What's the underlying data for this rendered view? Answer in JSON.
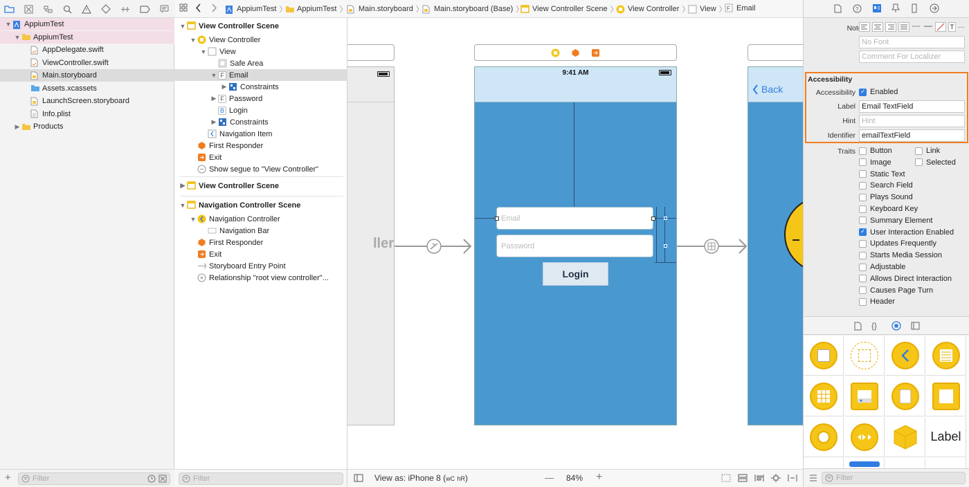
{
  "navigator": {
    "items": [
      {
        "label": "AppiumTest",
        "indent": 0,
        "disclosure": "▼",
        "icon": "project",
        "style": "pink"
      },
      {
        "label": "AppiumTest",
        "indent": 1,
        "disclosure": "▼",
        "icon": "folder",
        "style": "pink"
      },
      {
        "label": "AppDelegate.swift",
        "indent": 2,
        "disclosure": "",
        "icon": "swift",
        "style": ""
      },
      {
        "label": "ViewController.swift",
        "indent": 2,
        "disclosure": "",
        "icon": "swift",
        "style": ""
      },
      {
        "label": "Main.storyboard",
        "indent": 2,
        "disclosure": "",
        "icon": "storyboard",
        "style": "sel"
      },
      {
        "label": "Assets.xcassets",
        "indent": 2,
        "disclosure": "",
        "icon": "assets",
        "style": ""
      },
      {
        "label": "LaunchScreen.storyboard",
        "indent": 2,
        "disclosure": "",
        "icon": "storyboard",
        "style": ""
      },
      {
        "label": "Info.plist",
        "indent": 2,
        "disclosure": "",
        "icon": "plist",
        "style": ""
      },
      {
        "label": "Products",
        "indent": 1,
        "disclosure": "▶",
        "icon": "folder",
        "style": ""
      }
    ],
    "filter_placeholder": "Filter"
  },
  "breadcrumbs": [
    "AppiumTest",
    "AppiumTest",
    "Main.storyboard",
    "Main.storyboard (Base)",
    "View Controller Scene",
    "View Controller",
    "View",
    "Email"
  ],
  "outline": {
    "rows": [
      {
        "label": "View Controller Scene",
        "indent": 0,
        "disc": "▼",
        "icon": "scene",
        "head": true,
        "sel": false
      },
      {
        "label": "View Controller",
        "indent": 1,
        "disc": "▼",
        "icon": "vc",
        "head": false,
        "sel": false
      },
      {
        "label": "View",
        "indent": 2,
        "disc": "▼",
        "icon": "view",
        "head": false,
        "sel": false
      },
      {
        "label": "Safe Area",
        "indent": 3,
        "disc": "",
        "icon": "safe",
        "head": false,
        "sel": false
      },
      {
        "label": "Email",
        "indent": 3,
        "disc": "▼",
        "icon": "F",
        "head": false,
        "sel": true
      },
      {
        "label": "Constraints",
        "indent": 4,
        "disc": "▶",
        "icon": "constraints",
        "head": false,
        "sel": false
      },
      {
        "label": "Password",
        "indent": 3,
        "disc": "▶",
        "icon": "F",
        "head": false,
        "sel": false
      },
      {
        "label": "Login",
        "indent": 3,
        "disc": "",
        "icon": "B",
        "head": false,
        "sel": false
      },
      {
        "label": "Constraints",
        "indent": 3,
        "disc": "▶",
        "icon": "constraints",
        "head": false,
        "sel": false
      },
      {
        "label": "Navigation Item",
        "indent": 2,
        "disc": "",
        "icon": "navitem",
        "head": false,
        "sel": false
      },
      {
        "label": "First Responder",
        "indent": 1,
        "disc": "",
        "icon": "responder",
        "head": false,
        "sel": false
      },
      {
        "label": "Exit",
        "indent": 1,
        "disc": "",
        "icon": "exit",
        "head": false,
        "sel": false
      },
      {
        "label": "Show segue to \"View Controller\"",
        "indent": 1,
        "disc": "",
        "icon": "segue",
        "head": false,
        "sel": false
      },
      {
        "label": "View Controller Scene",
        "indent": 0,
        "disc": "▶",
        "icon": "scene",
        "head": true,
        "sel": false
      },
      {
        "label": "Navigation Controller Scene",
        "indent": 0,
        "disc": "▼",
        "icon": "scene",
        "head": true,
        "sel": false
      },
      {
        "label": "Navigation Controller",
        "indent": 1,
        "disc": "▼",
        "icon": "navctrl",
        "head": false,
        "sel": false
      },
      {
        "label": "Navigation Bar",
        "indent": 2,
        "disc": "",
        "icon": "navbar",
        "head": false,
        "sel": false
      },
      {
        "label": "First Responder",
        "indent": 1,
        "disc": "",
        "icon": "responder",
        "head": false,
        "sel": false
      },
      {
        "label": "Exit",
        "indent": 1,
        "disc": "",
        "icon": "exit",
        "head": false,
        "sel": false
      },
      {
        "label": "Storyboard Entry Point",
        "indent": 1,
        "disc": "",
        "icon": "entry",
        "head": false,
        "sel": false
      },
      {
        "label": "Relationship \"root view controller\"...",
        "indent": 1,
        "disc": "",
        "icon": "relationship",
        "head": false,
        "sel": false
      }
    ],
    "filter_placeholder": "Filter"
  },
  "canvas": {
    "left_scene_text": "ller",
    "status_time": "9:41 AM",
    "email_placeholder": "Email",
    "password_placeholder": "Password",
    "login_label": "Login",
    "back_label": "Back",
    "accent": "#4a98d0",
    "navbar_color": "#cfe6f7"
  },
  "bottom_bar": {
    "view_as": "View as: iPhone 8 (",
    "size_class_w": "wC",
    "size_class_h": "hR",
    "close_paren": ")",
    "zoom_minus": "—",
    "zoom": "84%",
    "zoom_plus": "+"
  },
  "inspector": {
    "notes_label": "Notes",
    "font_placeholder": "No Font",
    "comment_placeholder": "Comment For Localizer",
    "accessibility_title": "Accessibility",
    "accessibility_label": "Accessibility",
    "enabled_label": "Enabled",
    "label_label": "Label",
    "label_value": "Email TextField",
    "hint_label": "Hint",
    "hint_placeholder": "Hint",
    "identifier_label": "Identifier",
    "identifier_value": "emailTextField",
    "traits_label": "Traits",
    "highlight_color": "#f07d22",
    "traits_col1": [
      {
        "label": "Button",
        "checked": false
      },
      {
        "label": "Image",
        "checked": false
      },
      {
        "label": "Static Text",
        "checked": false
      },
      {
        "label": "Search Field",
        "checked": false
      },
      {
        "label": "Plays Sound",
        "checked": false
      },
      {
        "label": "Keyboard Key",
        "checked": false
      },
      {
        "label": "Summary Element",
        "checked": false
      },
      {
        "label": "User Interaction Enabled",
        "checked": true
      },
      {
        "label": "Updates Frequently",
        "checked": false
      },
      {
        "label": "Starts Media Session",
        "checked": false
      },
      {
        "label": "Adjustable",
        "checked": false
      },
      {
        "label": "Allows Direct Interaction",
        "checked": false
      },
      {
        "label": "Causes Page Turn",
        "checked": false
      },
      {
        "label": "Header",
        "checked": false
      }
    ],
    "traits_col2": [
      {
        "label": "Link",
        "checked": false
      },
      {
        "label": "Selected",
        "checked": false
      }
    ],
    "library_label_item": "Label",
    "filter_placeholder": "Filter"
  }
}
